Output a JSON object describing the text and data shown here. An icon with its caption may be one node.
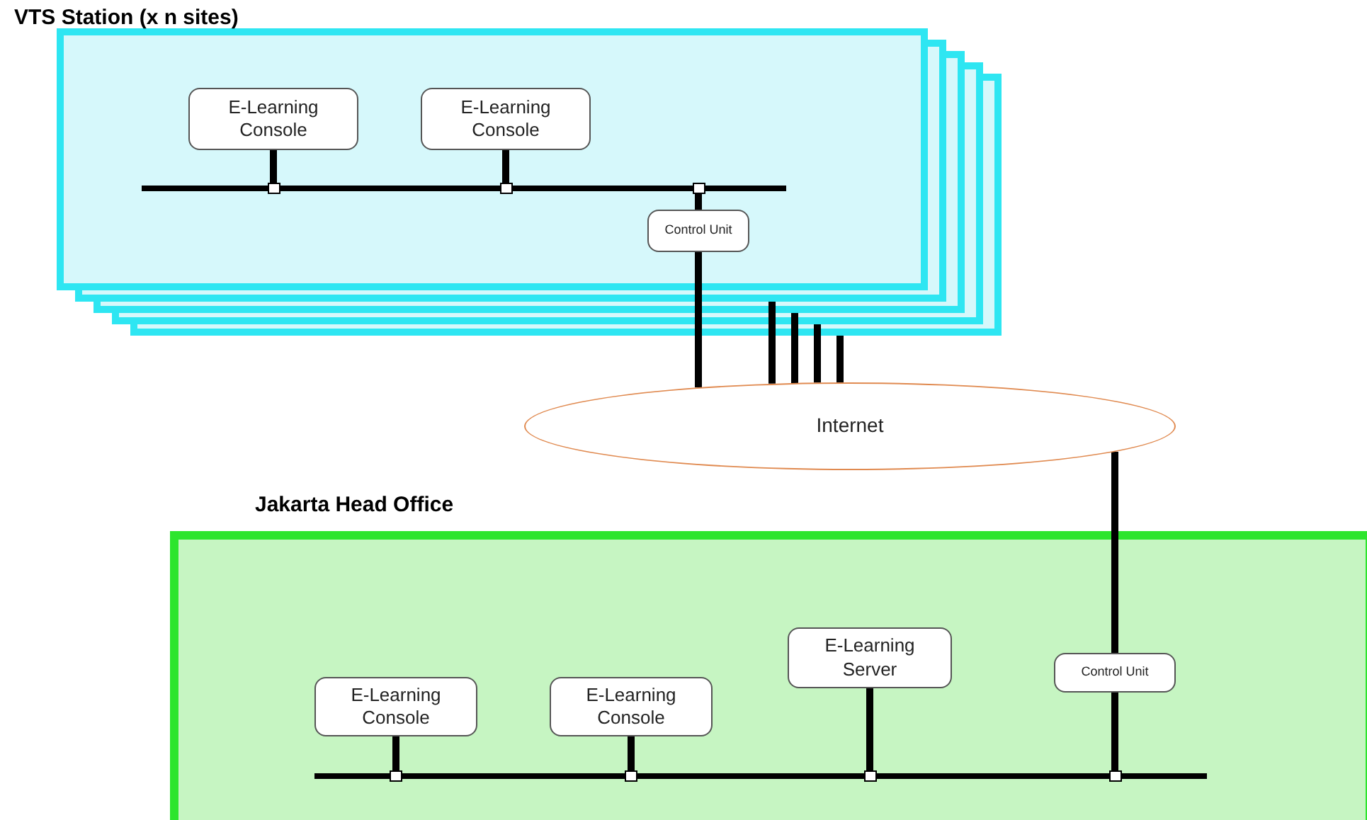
{
  "diagram": {
    "nodes": [
      {
        "text": [
          "VTS Station (x n sites)"
        ]
      },
      {
        "text": [
          "E-Learning Console"
        ],
        "in": 0
      },
      {
        "text": [
          "E-Learning Console"
        ],
        "in": 0
      },
      {
        "text": [],
        "shape": "bar",
        "in": 0
      },
      {
        "text": [
          "Control Unit"
        ],
        "in": 0
      },
      {
        "text": [
          "Internet"
        ]
      },
      {
        "text": [
          "Jakarta Head Office"
        ]
      },
      {
        "text": [
          "E-Learning Console"
        ],
        "in": 6
      },
      {
        "text": [
          "E-Learning Console"
        ],
        "in": 6
      },
      {
        "text": [
          "E-Learning Server"
        ],
        "in": 6
      },
      {
        "text": [
          "Control Unit"
        ],
        "in": 6
      },
      {
        "text": [],
        "shape": "bar",
        "in": 6
      }
    ],
    "edges": [
      {
        "from": 1,
        "to": 3,
        "arrow": "none"
      },
      {
        "from": 2,
        "to": 3,
        "arrow": "none"
      },
      {
        "from": 4,
        "to": 3,
        "arrow": "none"
      },
      {
        "from": 4,
        "to": 5,
        "arrow": "none"
      },
      {
        "from": 5,
        "to": 10,
        "arrow": "none"
      },
      {
        "from": 7,
        "to": 11,
        "arrow": "none"
      },
      {
        "from": 8,
        "to": 11,
        "arrow": "none"
      },
      {
        "from": 9,
        "to": 11,
        "arrow": "none"
      },
      {
        "from": 10,
        "to": 11,
        "arrow": "none"
      },
      {
        "from": 0,
        "to": 5,
        "arrow": "none"
      },
      {
        "from": 0,
        "to": 5,
        "arrow": "none"
      },
      {
        "from": 0,
        "to": 5,
        "arrow": "none"
      },
      {
        "from": 0,
        "to": 5,
        "arrow": "none"
      }
    ]
  }
}
